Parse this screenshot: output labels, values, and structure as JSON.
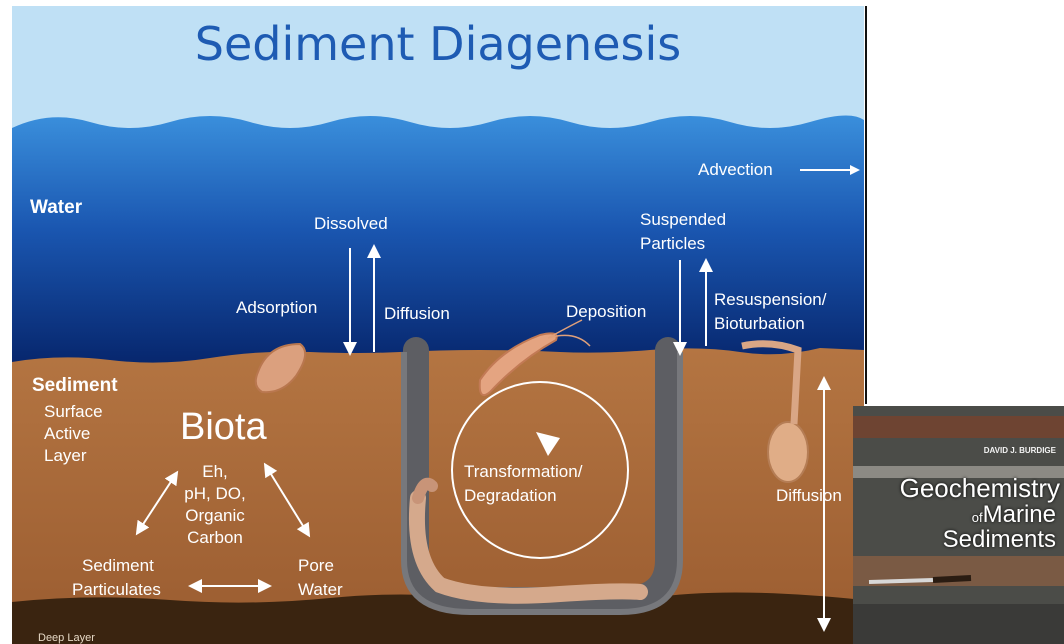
{
  "title": "Sediment Diagenesis",
  "labels": {
    "water": "Water",
    "advection": "Advection",
    "dissolved": "Dissolved",
    "suspended_line1": "Suspended",
    "suspended_line2": "Particles",
    "adsorption": "Adsorption",
    "diffusion_upper": "Diffusion",
    "deposition": "Deposition",
    "resuspension_line1": "Resuspension/",
    "resuspension_line2": "Bioturbation",
    "sediment": "Sediment",
    "surface_line1": "Surface",
    "surface_line2": "Active",
    "surface_line3": "Layer",
    "biota": "Biota",
    "eh_line1": "Eh,",
    "eh_line2": "pH, DO,",
    "eh_line3": "Organic",
    "eh_line4": "Carbon",
    "sediment_particulates_line1": "Sediment",
    "sediment_particulates_line2": "Particulates",
    "pore_water_line1": "Pore",
    "pore_water_line2": "Water",
    "transformation_line1": "Transformation/",
    "transformation_line2": "Degradation",
    "diffusion_lower": "Diffusion",
    "deep_layer": "Deep Layer"
  },
  "book": {
    "author": "DAVID J. BURDIGE",
    "title_line1": "Geochemistry",
    "title_of": "of",
    "title_line2": "Marine",
    "title_line3": "Sediments"
  },
  "colors": {
    "title": "#1e5bb3",
    "sky": "#bfe0f5",
    "water_top": "#3a8fdc",
    "water_bottom": "#06246a",
    "sediment": "#a8693a",
    "deep_layer": "#3a2410",
    "burrow": "#5d5e63",
    "arrow": "#ffffff"
  }
}
